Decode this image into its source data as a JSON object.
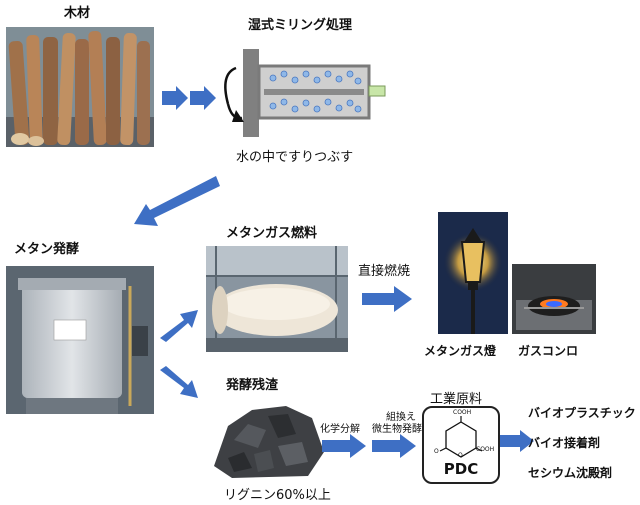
{
  "labels": {
    "wood": "木材",
    "wet_milling": "湿式ミリング処理",
    "grind_in_water": "水の中ですりつぶす",
    "methane_fermentation": "メタン発酵",
    "methane_gas_fuel": "メタンガス燃料",
    "direct_combustion": "直接燃焼",
    "methane_gas_lamp": "メタンガス燈",
    "gas_stove": "ガスコンロ",
    "fermentation_residue": "発酵残渣",
    "lignin": "リグニン60%以上",
    "chemical_decomposition": "化学分解",
    "recombinant_line1": "組換え",
    "recombinant_line2": "微生物発酵",
    "industrial_raw_material": "工業原料",
    "pdc": "PDC",
    "cooh_top": "COOH",
    "cooh_right": "COOH",
    "oxygen": "O",
    "ketone_o": "O"
  },
  "products": [
    "バイオプラスチック",
    "バイオ接着剤",
    "セシウム沈殿剤"
  ],
  "colors": {
    "arrow_blue": "#3e6fc4",
    "arrow_blue_dark": "#2f5aa8"
  }
}
